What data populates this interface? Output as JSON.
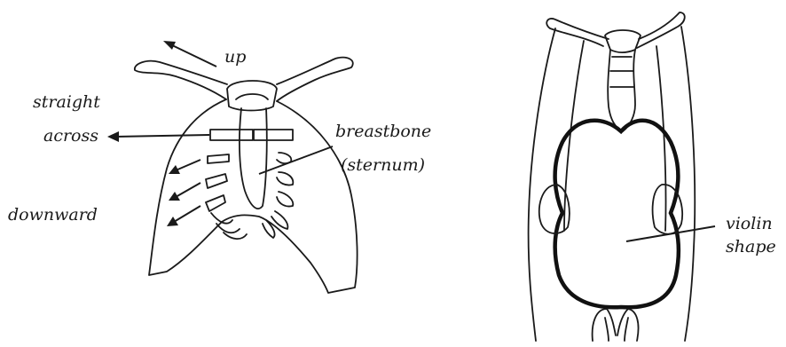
{
  "labels": {
    "up": "up",
    "straight": "straight",
    "across": "across",
    "downward": "downward",
    "breastbone": "breastbone",
    "sternum": "(sternum)",
    "violin": "violin",
    "shape": "shape"
  }
}
